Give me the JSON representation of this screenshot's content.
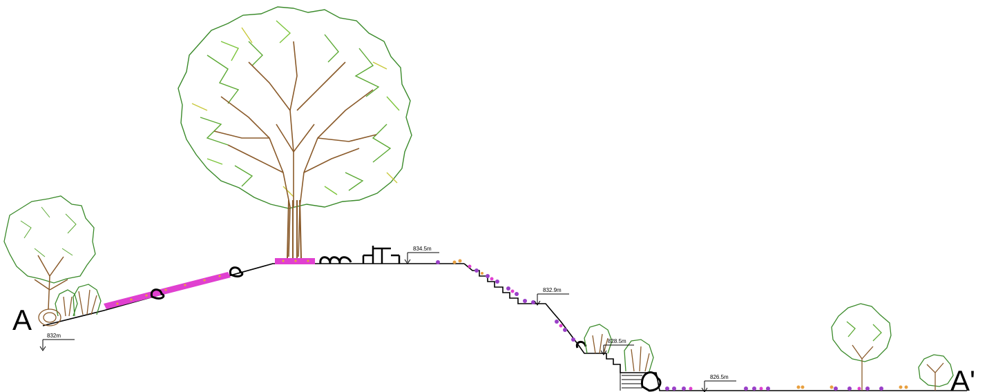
{
  "section": {
    "start_label": "A",
    "end_label": "A'",
    "colors": {
      "foliage_dark": "#3a8a2a",
      "foliage_light": "#7cc43a",
      "foliage_yellow": "#c8c83a",
      "trunk": "#8a5a2a",
      "ground": "#000000",
      "flower_pink": "#e040d0",
      "flower_orange": "#e8a040",
      "flower_purple": "#9a40c8"
    },
    "elevations": [
      {
        "id": "elev-832",
        "text": "832m"
      },
      {
        "id": "elev-834-5",
        "text": "834.5m"
      },
      {
        "id": "elev-832-9",
        "text": "832.9m"
      },
      {
        "id": "elev-828-5",
        "text": "828.5m"
      },
      {
        "id": "elev-826-5",
        "text": "826.5m"
      }
    ]
  }
}
